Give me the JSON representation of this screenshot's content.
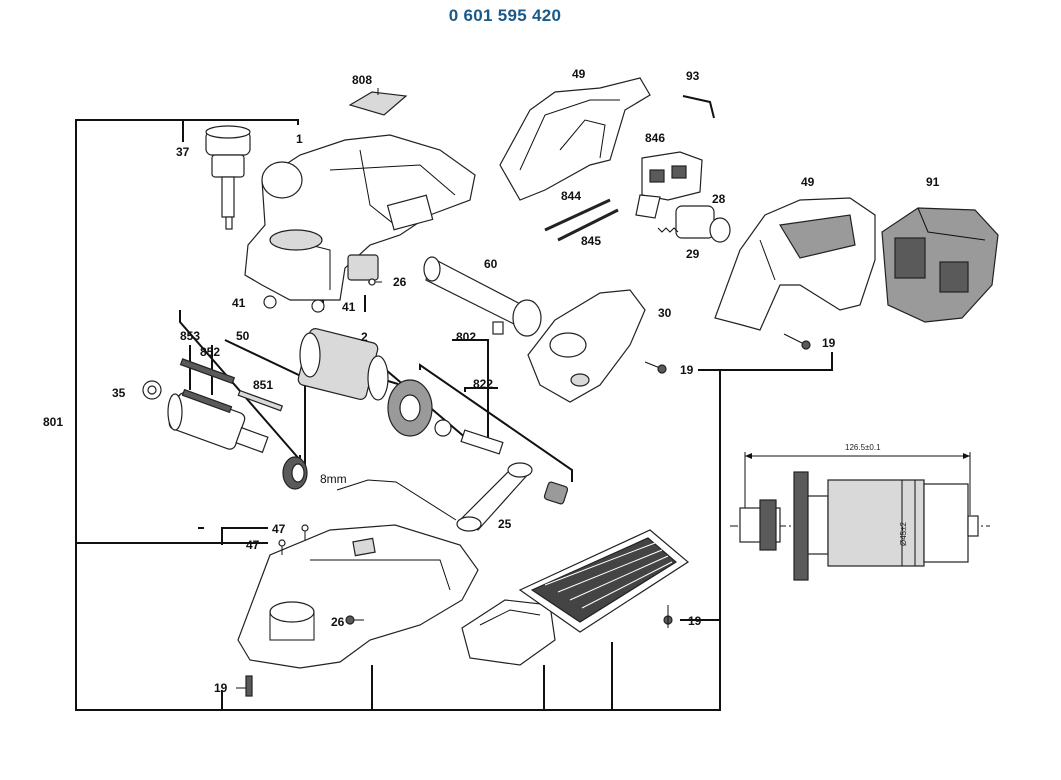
{
  "title": "0 601 595 420",
  "colors": {
    "title": "#1a5a8a",
    "line": "#111111"
  },
  "labels": {
    "p808": "808",
    "p49a": "49",
    "p93": "93",
    "p846": "846",
    "p844": "844",
    "p845": "845",
    "p28": "28",
    "p29": "29",
    "p49b": "49",
    "p91": "91",
    "p37": "37",
    "p1": "1",
    "p41a": "41",
    "p41b": "41",
    "p26a": "26",
    "p60": "60",
    "p30": "30",
    "p19a": "19",
    "p19b": "19",
    "p853": "853",
    "p50": "50",
    "p852": "852",
    "p851": "851",
    "p2": "2",
    "p802": "802",
    "p822": "822",
    "p35": "35",
    "p801": "801",
    "p8mm": "8mm",
    "p25": "25",
    "p47a": "47",
    "p47b": "47",
    "p26b": "26",
    "p19c": "19",
    "p19d": "19"
  },
  "dimensions": {
    "length": "126.5±0.1",
    "diameter": "Ø45±2"
  }
}
